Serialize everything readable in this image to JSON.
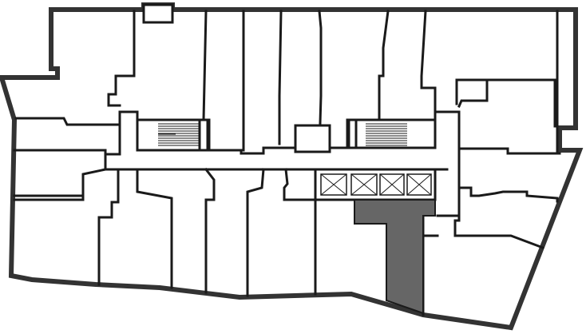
{
  "plan": {
    "highlight_color": "#666666",
    "outline_color": "#333333",
    "wall_color": "#1a1a1a",
    "background": "#ffffff",
    "highlighted_units": 1,
    "elevator_count": 4,
    "stair_count": 2
  }
}
